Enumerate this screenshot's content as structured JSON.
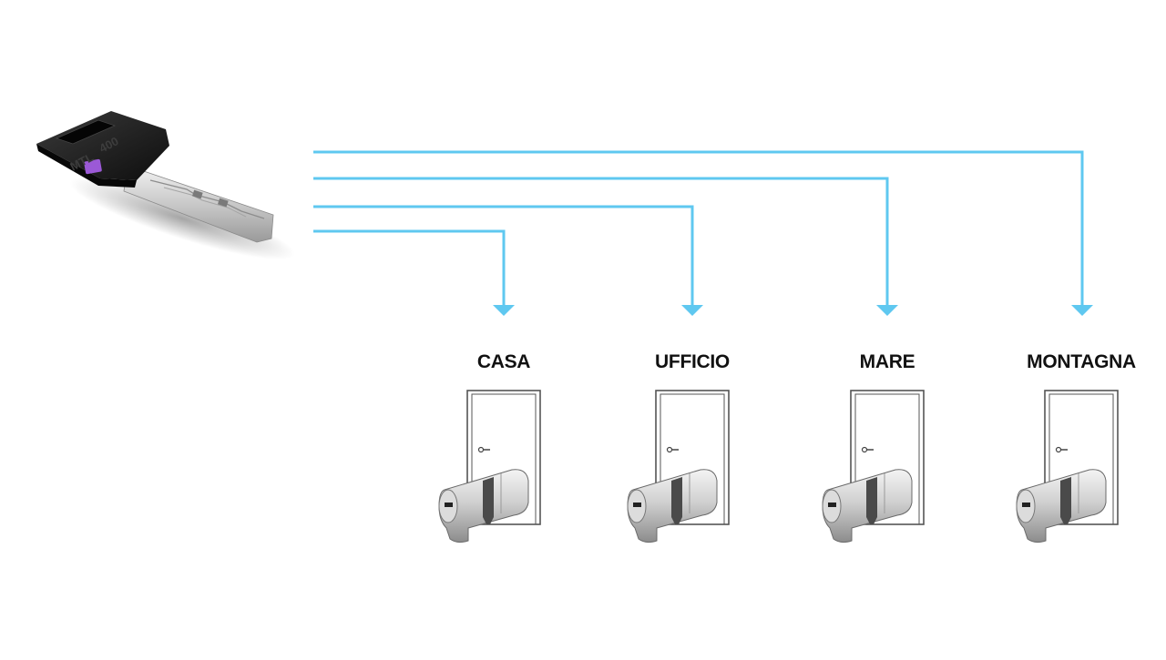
{
  "key": {
    "brand_text": "MTL",
    "model_text": "400",
    "badge_color": "#9b59d6"
  },
  "colors": {
    "arrow": "#5fc8f0",
    "key_head": "#1c1c1c",
    "door_frame": "#555555"
  },
  "destinations": [
    {
      "label": "CASA"
    },
    {
      "label": "UFFICIO"
    },
    {
      "label": "MARE"
    },
    {
      "label": "MONTAGNA"
    }
  ]
}
